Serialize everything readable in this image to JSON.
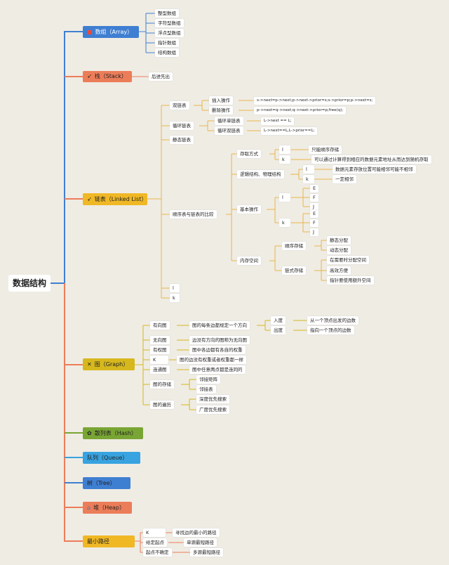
{
  "root": "数据结构",
  "branches": {
    "array": {
      "icon": "■",
      "label": "数组（Array）",
      "color": "#3f7fd2",
      "text": "#fff"
    },
    "stack": {
      "icon": "🚀",
      "label": "栈（Stack）",
      "color": "#ec7d59",
      "text": "#222"
    },
    "linked": {
      "icon": "🚀",
      "label": "链表（Linked List）",
      "color": "#f0b825",
      "text": "#222"
    },
    "graph": {
      "icon": "✕",
      "label": "图（Graph）",
      "color": "#d6b81e",
      "text": "#222"
    },
    "hash": {
      "icon": "✿",
      "label": "散列表（Hash）",
      "color": "#79a534",
      "text": "#fff"
    },
    "queue": {
      "icon": "",
      "label": "队列（Queue）",
      "color": "#38a3e0",
      "text": "#fff"
    },
    "tree": {
      "icon": "",
      "label": "树（Tree）",
      "color": "#3f7fd2",
      "text": "#fff"
    },
    "heap": {
      "icon": "⌂",
      "label": "堆（Heap）",
      "color": "#ec7d59",
      "text": "#fff"
    },
    "path": {
      "icon": "",
      "label": "最小路径",
      "color": "#f0b825",
      "text": "#222"
    }
  },
  "array_items": [
    "整型数组",
    "字符型数组",
    "浮点型数组",
    "指针数组",
    "结构数组"
  ],
  "stack_items": [
    "后进先出"
  ],
  "linked": {
    "double": "双链表",
    "insert": "插入操作",
    "insert_code": "s->next=p->next;p->next->prior=s;s->prior=p;p->next=s;",
    "delete": "删除操作",
    "delete_code": "p->next=q->next;q->next->prior=p;free(q);",
    "circular": "循环链表",
    "circ_single": "循环单链表",
    "circ_single_code": "L->next == L;",
    "circ_double": "循环双链表",
    "circ_double_code": "L->next==L,L->prior==L;",
    "static": "静态链表",
    "compare": "顺序表与链表的比较",
    "access": "存取方式",
    "l": "l",
    "k": "k",
    "access_l": "只能顺序存储",
    "access_k": "可以通过计算得到相应的数据元素地址从而达到随机存取",
    "logic": "逻辑结构、物理结构",
    "logic_l": "数据元素存放位置可能相邻可能不相邻",
    "logic_k": "一定相邻",
    "basic": "基本操作",
    "E": "E",
    "F": "F",
    "J": "J",
    "memory": "内存空间",
    "seq": "顺序存储",
    "seq_a": "静态分配",
    "seq_b": "动态分配",
    "chain": "链式存储",
    "chain_a": "在需要时分配空间",
    "chain_b": "高效方便",
    "chain_c": "指针要使用额外空间"
  },
  "graph": {
    "directed": "有向图",
    "directed_desc": "图的每条边都规定一个方向",
    "indeg": "入度",
    "indeg_desc": "从一个顶点出发的边数",
    "outdeg": "出度",
    "outdeg_desc": "指向一个顶点的边数",
    "undirected": "无向图",
    "undirected_desc": "边没有方向的图称为无向图",
    "weighted": "有权图",
    "weighted_desc": "图中各边都有各自的权重",
    "K": "K",
    "K_desc": "图的边没有权重或者权重都一样",
    "connected": "连通图",
    "connected_desc": "图中任意两点都是连同的",
    "storage": "图的存储",
    "storage_a": "邻接矩阵",
    "storage_b": "邻接表",
    "traverse": "图的遍历",
    "traverse_a": "深度优先搜索",
    "traverse_b": "广度优先搜索"
  },
  "path": {
    "K": "K",
    "K_desc": "寻找边的最小的路径",
    "fixed": "给定起点",
    "fixed_desc": "单源最短路径",
    "unfixed": "起点不确定",
    "unfixed_desc": "多源最短路径"
  },
  "colors": {
    "line_blue": "#3f7fd2",
    "line_orange": "#ec7d59",
    "line_gold": "#e8b64a",
    "line_green": "#79a534",
    "line_sky": "#38a3e0",
    "line_gray": "#b9b9b9"
  }
}
